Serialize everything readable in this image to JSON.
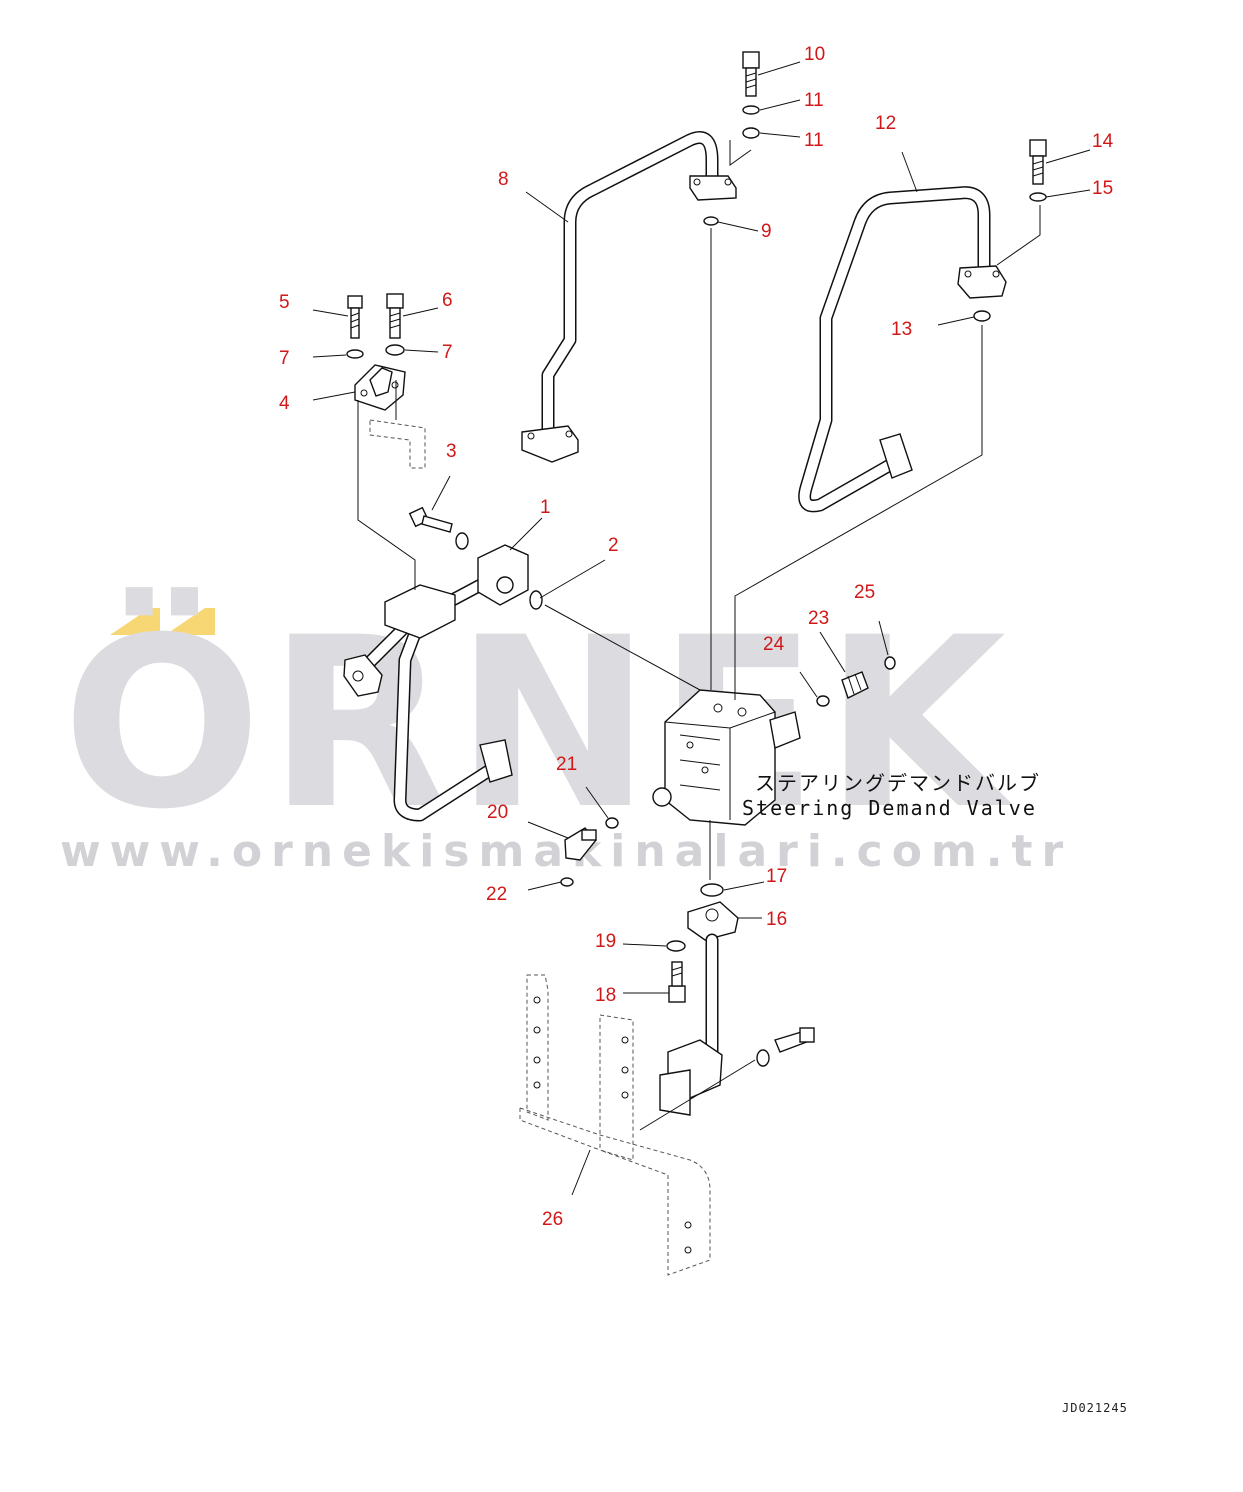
{
  "watermark": {
    "brand": "ÖRNEK",
    "url": "www.ornekismakinalari.com.tr",
    "accent_color": "#f7d774",
    "text_color": "#dcdce0"
  },
  "caption": {
    "japanese": "ステアリングデマンドバルブ",
    "english": "Steering Demand Valve"
  },
  "drawing_code": "JD021245",
  "callouts": [
    "1",
    "2",
    "3",
    "4",
    "5",
    "6",
    "7",
    "7",
    "8",
    "9",
    "10",
    "11",
    "11",
    "12",
    "13",
    "14",
    "15",
    "16",
    "17",
    "18",
    "19",
    "20",
    "21",
    "22",
    "23",
    "24",
    "25",
    "26"
  ],
  "callout_color": "#d01818"
}
